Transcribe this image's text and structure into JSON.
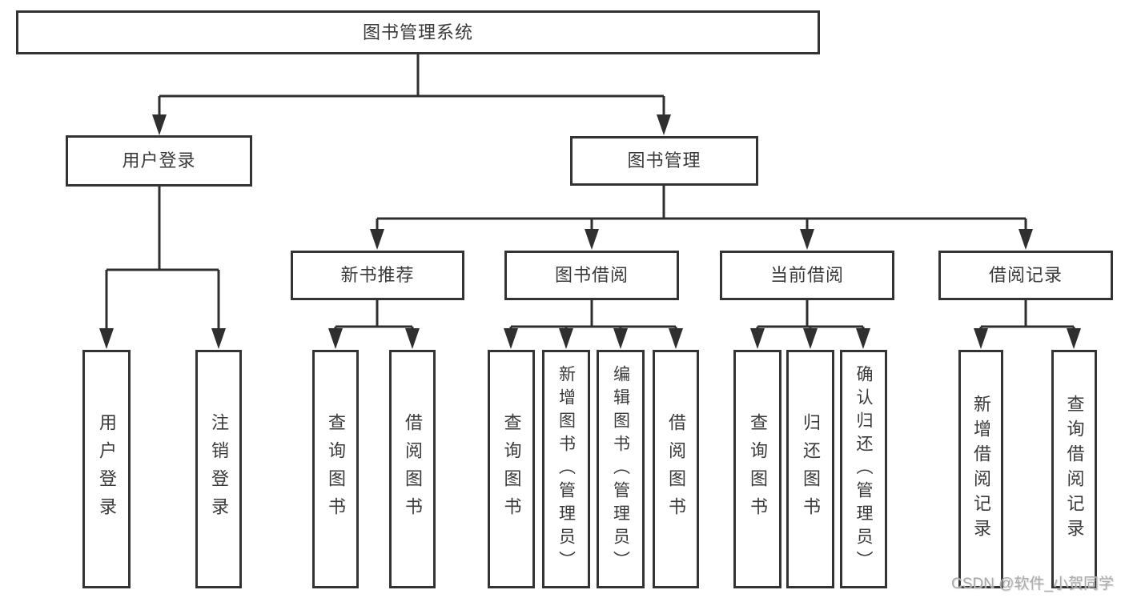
{
  "colors": {
    "line": "#2f2f2f",
    "box_border": "#333333",
    "text": "#3a3a3a",
    "background": "#ffffff",
    "watermark": "#aaaaaa"
  },
  "watermark": "CSDN @软件_小贺同学",
  "tree": {
    "root": {
      "label": "图书管理系统"
    },
    "branches": [
      {
        "label": "用户登录",
        "leaves": [
          "用户登录",
          "注销登录"
        ]
      },
      {
        "label": "图书管理",
        "groups": [
          {
            "label": "新书推荐",
            "leaves": [
              "查询图书",
              "借阅图书"
            ]
          },
          {
            "label": "图书借阅",
            "leaves": [
              "查询图书",
              "新增图书（管理员）",
              "编辑图书（管理员）",
              "借阅图书"
            ]
          },
          {
            "label": "当前借阅",
            "leaves": [
              "查询图书",
              "归还图书",
              "确认归还（管理员）"
            ]
          },
          {
            "label": "借阅记录",
            "leaves": [
              "新增借阅记录",
              "查询借阅记录"
            ]
          }
        ]
      }
    ]
  }
}
